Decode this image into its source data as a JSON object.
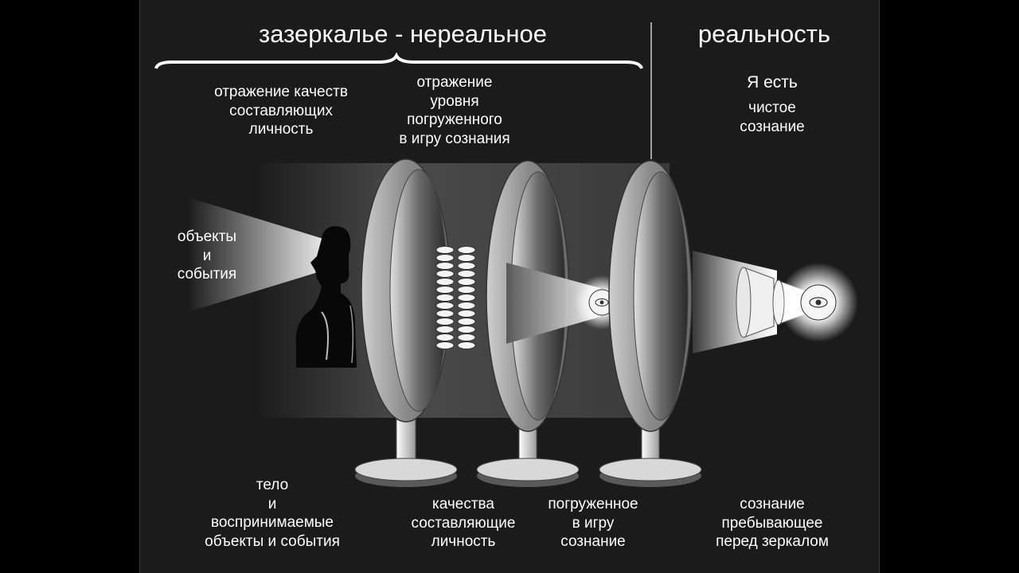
{
  "header": {
    "left_title": "зазеркалье - нереальное",
    "right_title": "реальность"
  },
  "top_labels": {
    "qualities_reflection": "отражение качеств\nсоставляющих\nличность",
    "level_reflection": "отражение\nуровня\nпогруженного\nв игру сознания",
    "i_am": "Я есть",
    "pure_consciousness": "чистое\nсознание"
  },
  "side_labels": {
    "objects_events": "объекты\nи\nсобытия"
  },
  "bottom_labels": {
    "body": "тело\nи\nвоспринимаемые\nобъекты и события",
    "qualities": "качества\nсоставляющие\nличность",
    "immersed": "погруженное\nв игру\nсознание",
    "before_mirror": "сознание\nпребывающее\nперед зеркалом"
  },
  "colors": {
    "background": "#1b1b1b",
    "text": "#ffffff",
    "mirror_frame": "#9a9a9a"
  }
}
